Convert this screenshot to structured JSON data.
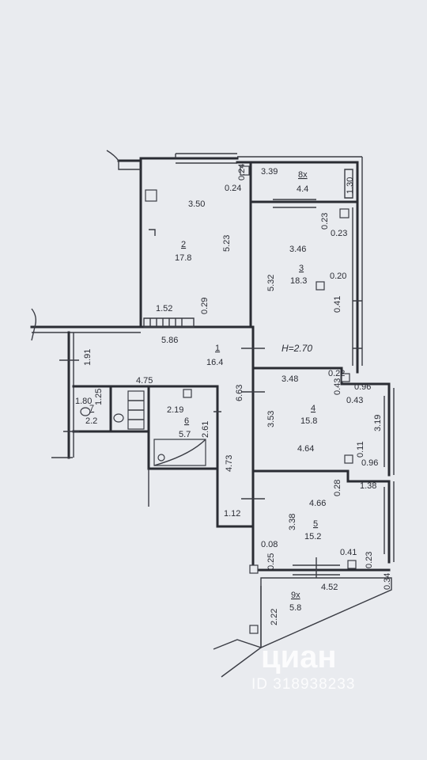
{
  "plan": {
    "ceiling_height": "H=2.70",
    "rooms": [
      {
        "id": "1",
        "number": "1",
        "area": "16.4"
      },
      {
        "id": "2",
        "number": "2",
        "area": "17.8"
      },
      {
        "id": "3",
        "number": "3",
        "area": "18.3"
      },
      {
        "id": "4",
        "number": "4",
        "area": "15.8"
      },
      {
        "id": "5",
        "number": "5",
        "area": "15.2"
      },
      {
        "id": "6",
        "number": "6",
        "area": "5.7"
      },
      {
        "id": "7",
        "number": "7",
        "area": "2.2"
      },
      {
        "id": "8x",
        "number": "8x",
        "area": "4.4"
      },
      {
        "id": "9x",
        "number": "9x",
        "area": "5.8"
      }
    ],
    "dimensions": {
      "d_3_39": "3.39",
      "d_1_30": "1.30",
      "d_0_24": "0.24",
      "d_3_50": "3.50",
      "d_5_23": "5.23",
      "d_0_23a": "0.23",
      "d_0_23b": "0.23",
      "d_3_46": "3.46",
      "d_5_32": "5.32",
      "d_0_20": "0.20",
      "d_0_41a": "0.41",
      "d_1_52": "1.52",
      "d_0_29": "0.29",
      "d_5_86": "5.86",
      "d_1_91": "1.91",
      "d_4_75": "4.75",
      "d_6_63": "6.63",
      "d_3_48": "3.48",
      "d_0_22": "0.22",
      "d_0_43a": "0.43",
      "d_0_96a": "0.96",
      "d_0_43b": "0.43",
      "d_1_80": "1.80",
      "d_1_25": "1.25",
      "d_2_19": "2.19",
      "d_2_61": "2.61",
      "d_3_53": "3.53",
      "d_3_19": "3.19",
      "d_4_64": "4.64",
      "d_0_11": "0.11",
      "d_0_96b": "0.96",
      "d_4_73": "4.73",
      "d_0_28": "0.28",
      "d_1_38": "1.38",
      "d_3_38": "3.38",
      "d_4_66": "4.66",
      "d_1_12": "1.12",
      "d_0_08": "0.08",
      "d_0_25": "0.25",
      "d_0_41b": "0.41",
      "d_0_23c": "0.23",
      "d_4_52": "4.52",
      "d_0_34": "0.34",
      "d_2_22": "2.22"
    }
  },
  "watermark": {
    "brand": "циан",
    "listing_id": "ID 318938233"
  }
}
